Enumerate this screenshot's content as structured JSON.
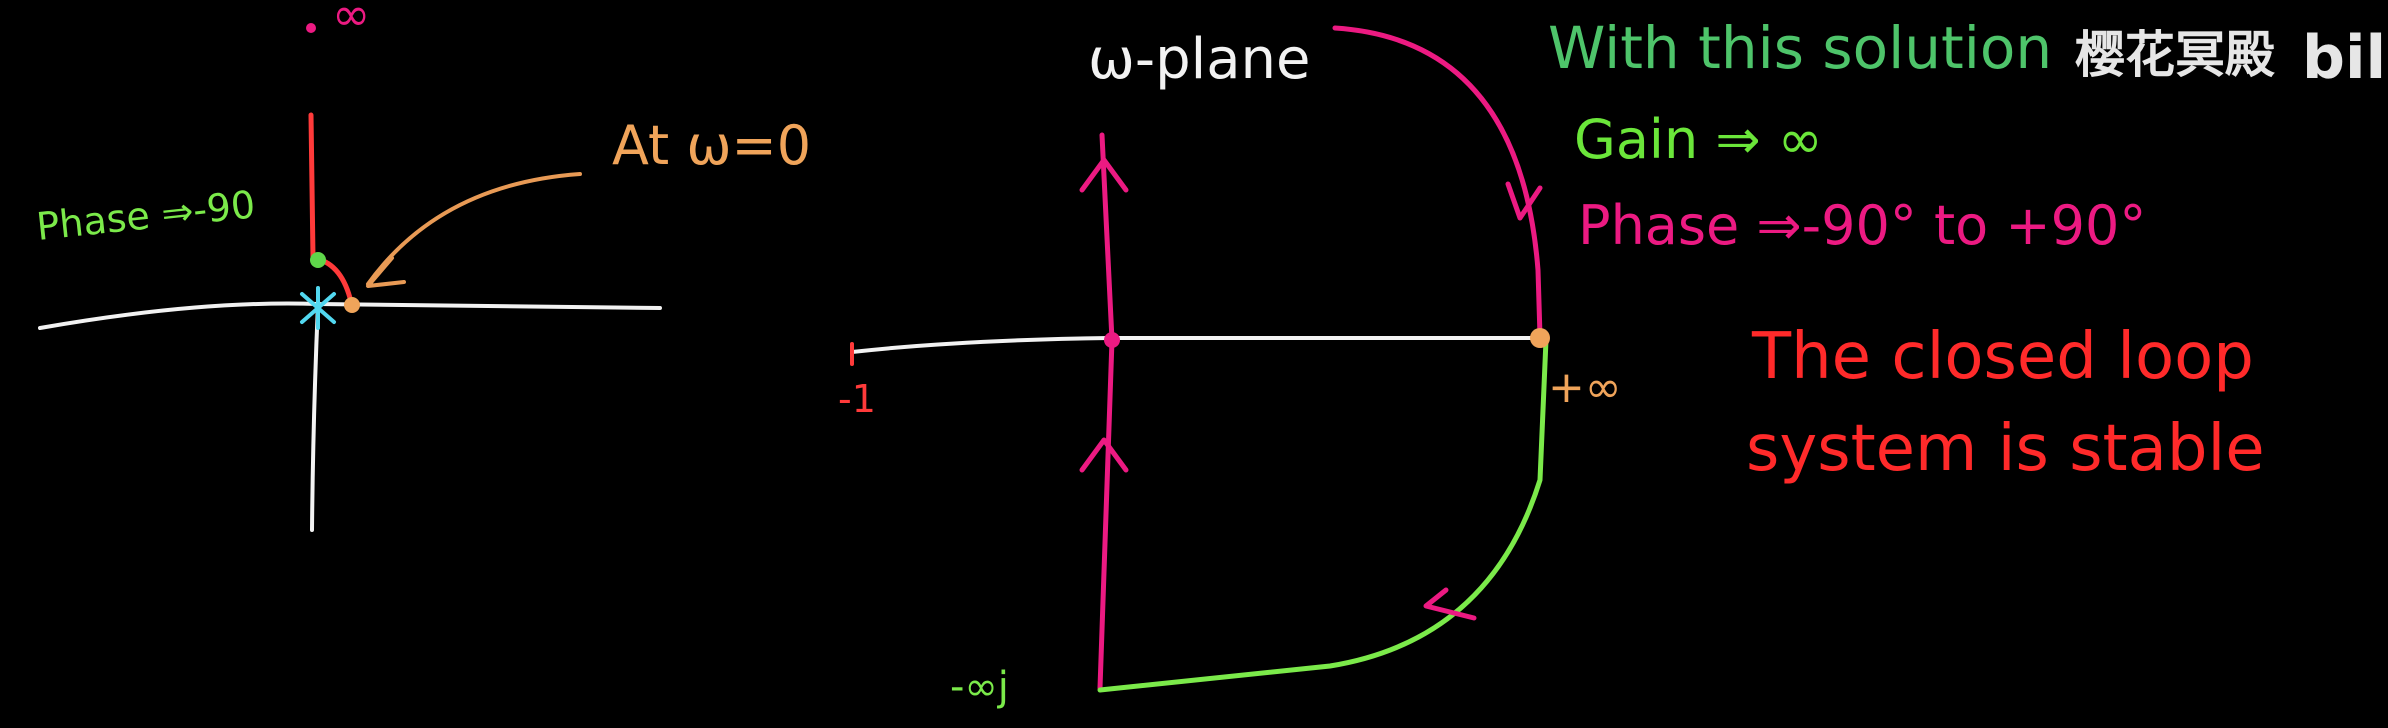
{
  "left_plot": {
    "infinity_label": "∞",
    "phase_label": "Phase ⇒-90",
    "annotation": "At ω=0"
  },
  "contour_plot": {
    "title": "ω-plane",
    "minus_one_label": "-1",
    "plus_infinity_label": "+∞",
    "minus_infinity_j_label": "-∞j"
  },
  "notes": {
    "solution": "With this solution",
    "gain": "Gain ⇒ ∞",
    "phase": "Phase ⇒-90° to +90°",
    "stable_line1": "The closed loop",
    "stable_line2": "system is stable"
  },
  "watermark": {
    "text": "樱花冥殿",
    "logo": "bili"
  },
  "colors": {
    "background": "#000000",
    "axis": "#f2f2f2",
    "magenta": "#ec1a82",
    "green": "#7bea4a",
    "orange": "#f0a45a",
    "red": "#ff2a2a",
    "cyan": "#52d8f0"
  }
}
